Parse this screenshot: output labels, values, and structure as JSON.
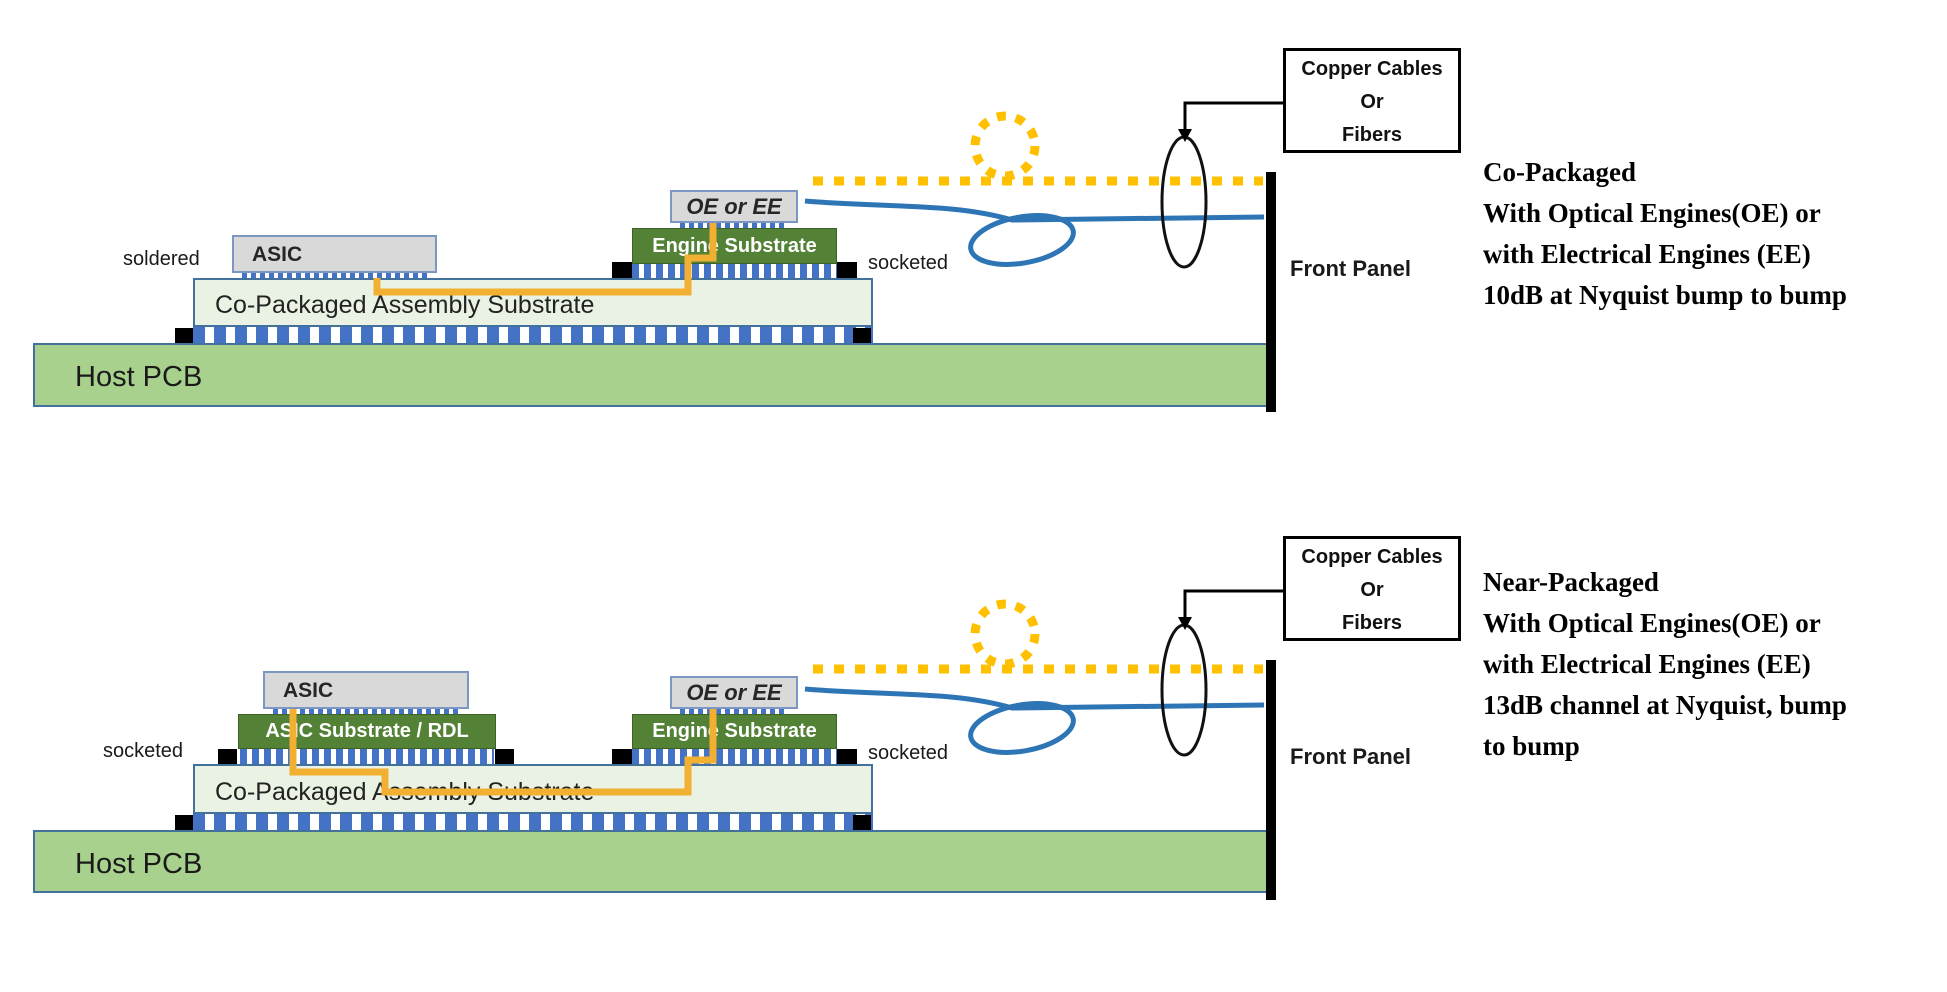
{
  "colors": {
    "bump_blue": "#4472C4",
    "substrate_green_dark": "#538135",
    "substrate_green_light": "#E9F2E3",
    "pcb_green": "#A9D18E",
    "trace_yellow": "#F2B033",
    "fiber_yellow": "#FFC000",
    "cable_blue": "#2E75B6",
    "panel_black": "#000000"
  },
  "sections": [
    {
      "id": "co-packaged",
      "labels": {
        "mount_left": "soldered",
        "asic": "ASIC",
        "oe": "OE or EE",
        "engine_substrate": "Engine Substrate",
        "mount_right": "socketed",
        "assembly_substrate": "Co-Packaged Assembly Substrate",
        "host_pcb": "Host PCB",
        "front_panel": "Front Panel",
        "cables_box": "Copper Cables\nOr\nFibers",
        "annotation": "Co-Packaged\nWith Optical Engines(OE) or\nwith Electrical Engines (EE)\n10dB at Nyquist bump to bump"
      }
    },
    {
      "id": "near-packaged",
      "labels": {
        "mount_left": "socketed",
        "asic": "ASIC",
        "asic_substrate": "ASIC Substrate / RDL",
        "oe": "OE or EE",
        "engine_substrate": "Engine Substrate",
        "mount_right": "socketed",
        "assembly_substrate": "Co-Packaged Assembly Substrate",
        "host_pcb": "Host PCB",
        "front_panel": "Front Panel",
        "cables_box": "Copper Cables\nOr\nFibers",
        "annotation": "Near-Packaged\nWith Optical Engines(OE) or\nwith Electrical Engines (EE)\n13dB channel at Nyquist, bump\nto bump"
      }
    }
  ]
}
